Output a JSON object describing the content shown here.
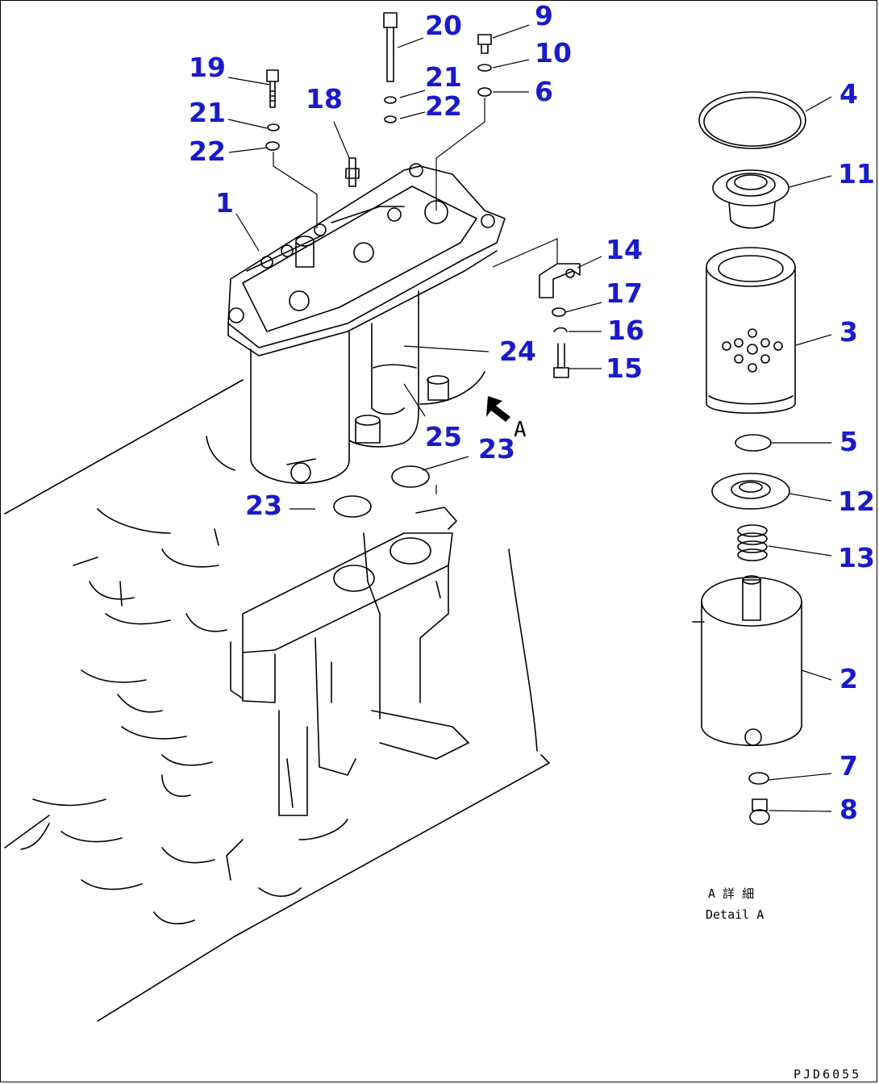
{
  "callouts": {
    "c1": "1",
    "c2": "2",
    "c3": "3",
    "c4": "4",
    "c5": "5",
    "c6": "6",
    "c7": "7",
    "c8": "8",
    "c9": "9",
    "c10": "10",
    "c11": "11",
    "c12": "12",
    "c13": "13",
    "c14": "14",
    "c15": "15",
    "c16": "16",
    "c17": "17",
    "c18": "18",
    "c19": "19",
    "c20": "20",
    "c21a": "21",
    "c21b": "21",
    "c22a": "22",
    "c22b": "22",
    "c23a": "23",
    "c23b": "23",
    "c24": "24",
    "c25": "25"
  },
  "view_arrow_label": "A",
  "detail": {
    "jp": "A 詳 細",
    "en": "Detail A"
  },
  "drawing_code": "PJD6055"
}
